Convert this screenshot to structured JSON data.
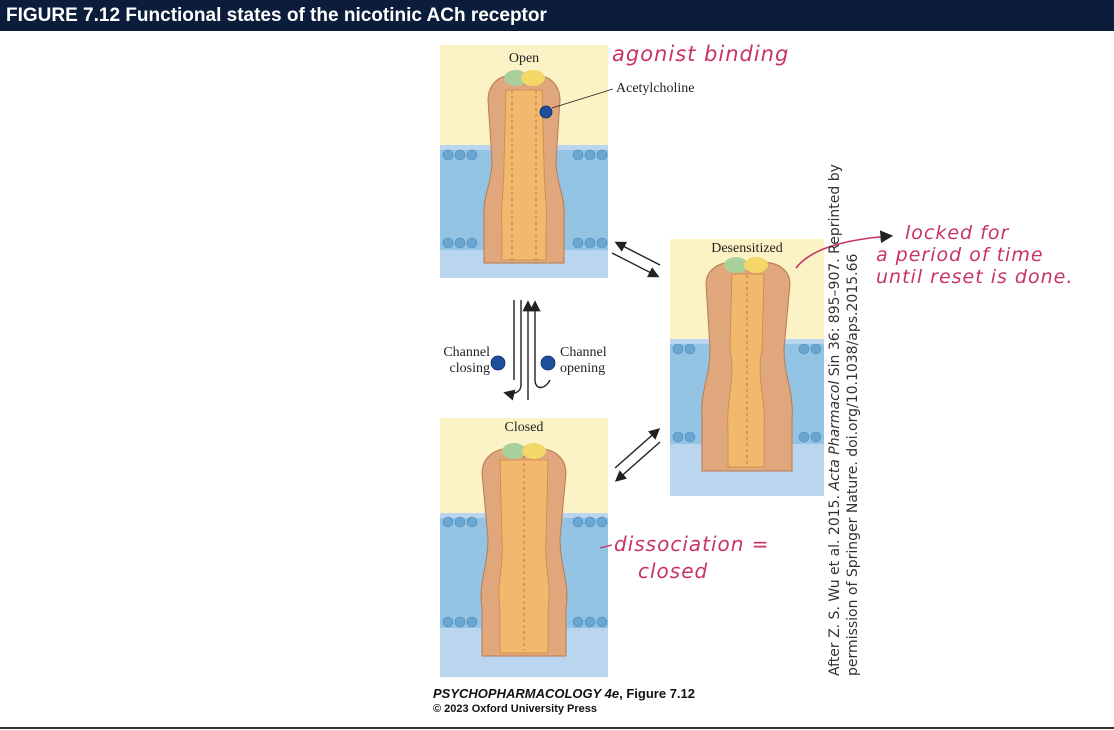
{
  "header": {
    "title": "FIGURE 7.12  Functional states of the nicotinic ACh receptor"
  },
  "panels": {
    "open": {
      "label": "Open"
    },
    "closed": {
      "label": "Closed"
    },
    "desensitized": {
      "label": "Desensitized"
    }
  },
  "labels": {
    "acetylcholine": "Acetylcholine",
    "channel_closing_1": "Channel",
    "channel_closing_2": "closing",
    "channel_opening_1": "Channel",
    "channel_opening_2": "opening"
  },
  "annotations": {
    "agonist": "agonist binding",
    "locked_1": "locked for",
    "locked_2": "a period of time",
    "locked_3": "until reset is done.",
    "dissociation_1": "dissociation =",
    "dissociation_2": "closed"
  },
  "credit": {
    "line1_prefix": "After Z. S. Wu et al. 2015. ",
    "line1_journal": "Acta Pharmacol",
    "line1_suffix": " Sin 36: 895–907. Reprinted by",
    "line2": "permission of Springer Nature. doi.org/10.1038/aps.2015.66"
  },
  "caption": {
    "book": "PSYCHOPHARMACOLOGY 4e",
    "figure": ", Figure 7.12",
    "copyright": "© 2023 Oxford University Press"
  },
  "colors": {
    "header_bg": "#0b1d3a",
    "cytoplasm": "#fbf3c6",
    "extracellular": "#b9d6ee",
    "membrane": "#7fb3d8",
    "receptor_outer": "#e0a77c",
    "receptor_inner": "#f2b96e",
    "subunit_green": "#a9cf9a",
    "subunit_yellow": "#f3d868",
    "handwriting": "#c8326a"
  }
}
